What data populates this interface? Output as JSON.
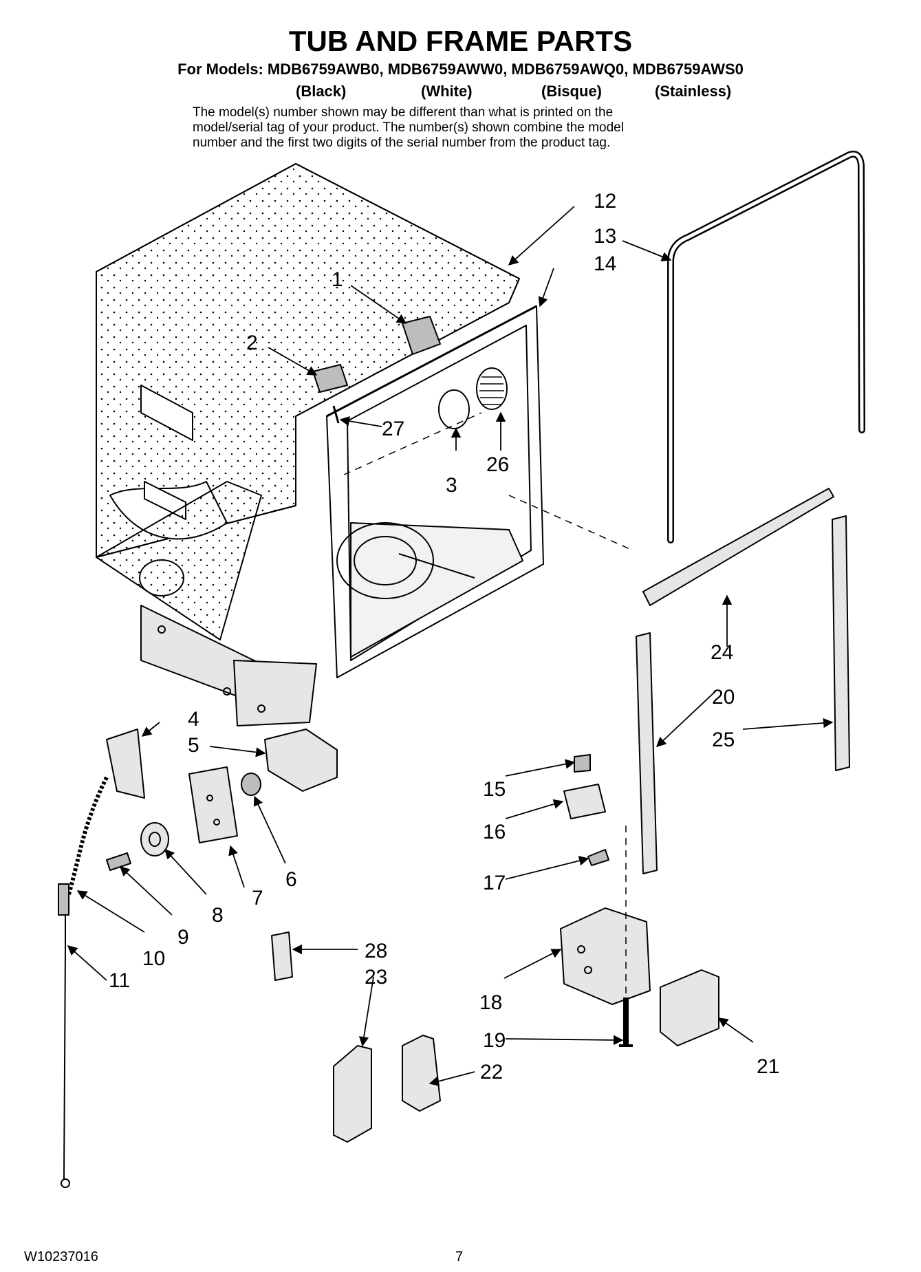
{
  "header": {
    "title": "TUB AND FRAME PARTS",
    "models": "For Models: MDB6759AWB0, MDB6759AWW0, MDB6759AWQ0, MDB6759AWS0",
    "variants": [
      "(Black)",
      "(White)",
      "(Bisque)",
      "(Stainless)"
    ],
    "note_lines": [
      "The model(s) number shown may be different than what is printed on the",
      "model/serial tag of your product. The number(s) shown combine the model",
      "number and the first two digits of the serial number from the product tag."
    ]
  },
  "callouts": [
    "1",
    "2",
    "3",
    "4",
    "5",
    "6",
    "7",
    "8",
    "9",
    "10",
    "11",
    "12",
    "13",
    "14",
    "15",
    "16",
    "17",
    "18",
    "19",
    "20",
    "21",
    "22",
    "23",
    "24",
    "25",
    "26",
    "27",
    "28"
  ],
  "footer": {
    "doc_number": "W10237016",
    "page_number": "7"
  },
  "colors": {
    "ink": "#000000",
    "paper": "#ffffff",
    "tub_fill": "#f2f2f2",
    "frame_fill": "#e6e6e6"
  }
}
